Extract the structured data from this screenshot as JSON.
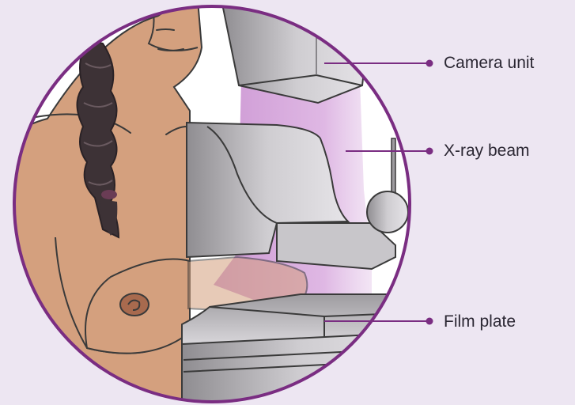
{
  "labels": {
    "camera_unit": "Camera unit",
    "xray_beam": "X-ray beam",
    "film_plate": "Film plate"
  },
  "colors": {
    "background": "#ede6f2",
    "circle_outline": "#7a2d82",
    "callout_line": "#7a2d82",
    "skin": "#d4a07e",
    "hair": "#3d3236",
    "xray_beam": "#c98fd0",
    "machine_grey": "#b9b7bb",
    "outline": "#3a3a3a"
  }
}
